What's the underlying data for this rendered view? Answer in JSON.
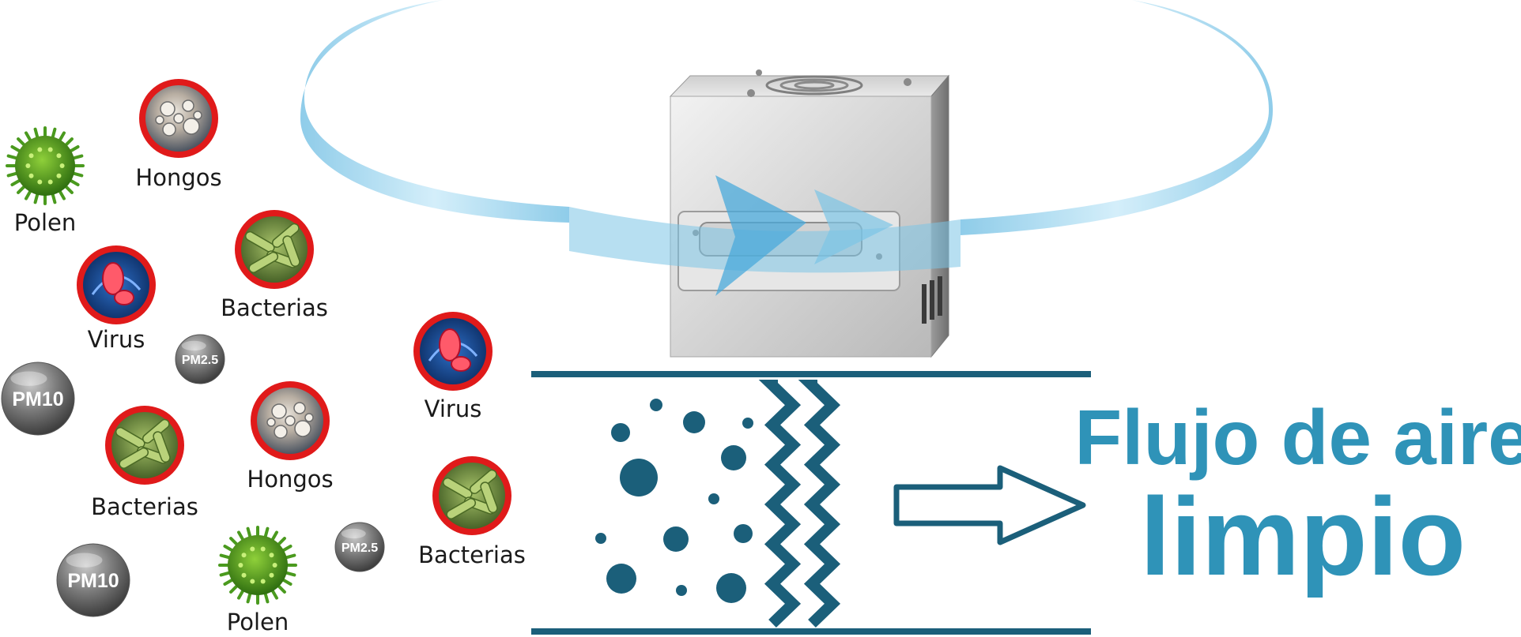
{
  "colors": {
    "teal": "#1b5f7a",
    "headline": "#2f93b8",
    "swirl": "#7cc4e6",
    "ring_red": "#e01a1a",
    "pollen_green": "#4a9a1e",
    "pm_gray": "#6d6d6d"
  },
  "particles": [
    {
      "kind": "pollen",
      "label": "Polen"
    },
    {
      "kind": "fungi",
      "label": "Hongos"
    },
    {
      "kind": "bacteria",
      "label": "Bacterias"
    },
    {
      "kind": "virus",
      "label": "Virus"
    },
    {
      "kind": "pm25",
      "label": "PM2.5"
    },
    {
      "kind": "pm10",
      "label": "PM10"
    },
    {
      "kind": "bacteria",
      "label": "Bacterias"
    },
    {
      "kind": "fungi",
      "label": "Hongos"
    },
    {
      "kind": "virus",
      "label": "Virus"
    },
    {
      "kind": "bacteria",
      "label": "Bacterias"
    },
    {
      "kind": "pm25",
      "label": "PM2.5"
    },
    {
      "kind": "pm10",
      "label": "PM10"
    },
    {
      "kind": "pollen",
      "label": "Polen"
    }
  ],
  "headline": {
    "line1": "Flujo de aire",
    "line2": "limpio"
  }
}
